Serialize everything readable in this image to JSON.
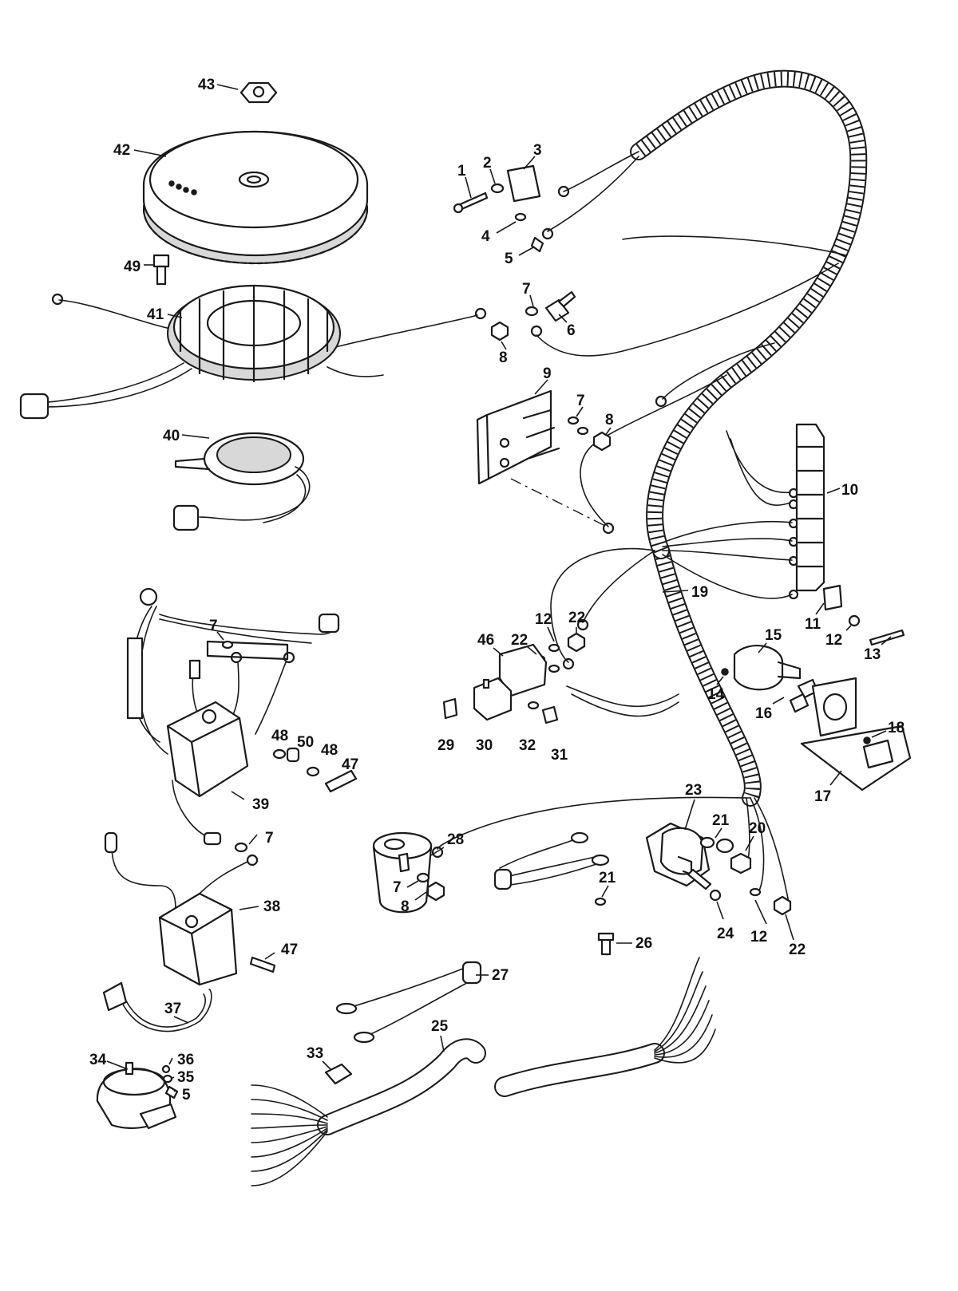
{
  "callouts": [
    {
      "id": "c1",
      "label": "1"
    },
    {
      "id": "c2",
      "label": "2"
    },
    {
      "id": "c3",
      "label": "3"
    },
    {
      "id": "c4",
      "label": "4"
    },
    {
      "id": "c5a",
      "label": "5"
    },
    {
      "id": "c6",
      "label": "6"
    },
    {
      "id": "c7a",
      "label": "7"
    },
    {
      "id": "c8a",
      "label": "8"
    },
    {
      "id": "c9",
      "label": "9"
    },
    {
      "id": "c7b",
      "label": "7"
    },
    {
      "id": "c8b",
      "label": "8"
    },
    {
      "id": "c10",
      "label": "10"
    },
    {
      "id": "c11",
      "label": "11"
    },
    {
      "id": "c12a",
      "label": "12"
    },
    {
      "id": "c13",
      "label": "13"
    },
    {
      "id": "c19",
      "label": "19"
    },
    {
      "id": "c12b",
      "label": "12"
    },
    {
      "id": "c22a",
      "label": "22"
    },
    {
      "id": "c46",
      "label": "46"
    },
    {
      "id": "c22b",
      "label": "22"
    },
    {
      "id": "c15",
      "label": "15"
    },
    {
      "id": "c14",
      "label": "14"
    },
    {
      "id": "c16",
      "label": "16"
    },
    {
      "id": "c18",
      "label": "18"
    },
    {
      "id": "c17",
      "label": "17"
    },
    {
      "id": "c29",
      "label": "29"
    },
    {
      "id": "c30",
      "label": "30"
    },
    {
      "id": "c32",
      "label": "32"
    },
    {
      "id": "c31",
      "label": "31"
    },
    {
      "id": "c43",
      "label": "43"
    },
    {
      "id": "c42",
      "label": "42"
    },
    {
      "id": "c49",
      "label": "49"
    },
    {
      "id": "c41",
      "label": "41"
    },
    {
      "id": "c40",
      "label": "40"
    },
    {
      "id": "c7c",
      "label": "7"
    },
    {
      "id": "c48a",
      "label": "48"
    },
    {
      "id": "c50",
      "label": "50"
    },
    {
      "id": "c48b",
      "label": "48"
    },
    {
      "id": "c47a",
      "label": "47"
    },
    {
      "id": "c39",
      "label": "39"
    },
    {
      "id": "c7d",
      "label": "7"
    },
    {
      "id": "c38",
      "label": "38"
    },
    {
      "id": "c47b",
      "label": "47"
    },
    {
      "id": "c37",
      "label": "37"
    },
    {
      "id": "c34",
      "label": "34"
    },
    {
      "id": "c36",
      "label": "36"
    },
    {
      "id": "c35",
      "label": "35"
    },
    {
      "id": "c5b",
      "label": "5"
    },
    {
      "id": "c28",
      "label": "28"
    },
    {
      "id": "c7e",
      "label": "7"
    },
    {
      "id": "c8c",
      "label": "8"
    },
    {
      "id": "c23",
      "label": "23"
    },
    {
      "id": "c21a",
      "label": "21"
    },
    {
      "id": "c21b",
      "label": "21"
    },
    {
      "id": "c20",
      "label": "20"
    },
    {
      "id": "c26",
      "label": "26"
    },
    {
      "id": "c24",
      "label": "24"
    },
    {
      "id": "c12c",
      "label": "12"
    },
    {
      "id": "c22c",
      "label": "22"
    },
    {
      "id": "c27",
      "label": "27"
    },
    {
      "id": "c25",
      "label": "25"
    },
    {
      "id": "c33",
      "label": "33"
    }
  ]
}
